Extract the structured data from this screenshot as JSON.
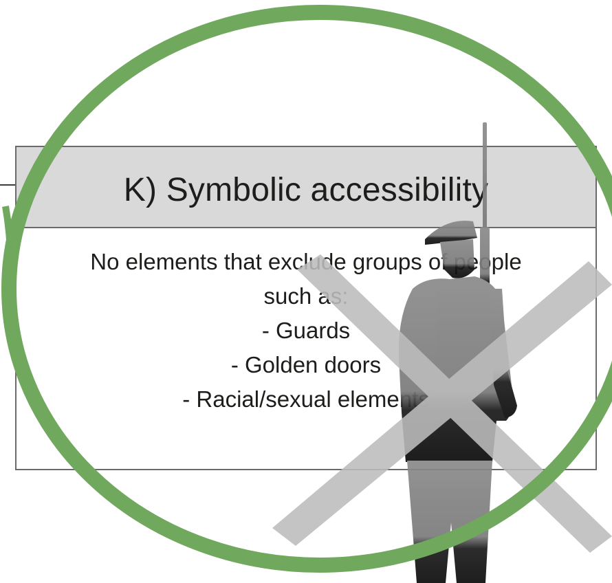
{
  "card": {
    "title": "K) Symbolic accessibility",
    "intro_lines": [
      "No elements that exclude groups of people",
      "such as:"
    ],
    "items": [
      "- Guards",
      "- Golden doors",
      "- Racial/sexual elements"
    ]
  },
  "colors": {
    "ring": "#70a85e",
    "header_fill": "#d9d9d9",
    "border": "#6a6a6a",
    "text": "#1d1d1b",
    "cross": "#bdbdbd",
    "silhouette": "#111111"
  },
  "icons": {
    "figure": "guard-silhouette-icon",
    "cross": "prohibition-cross-icon",
    "ring": "highlight-circle-icon"
  }
}
